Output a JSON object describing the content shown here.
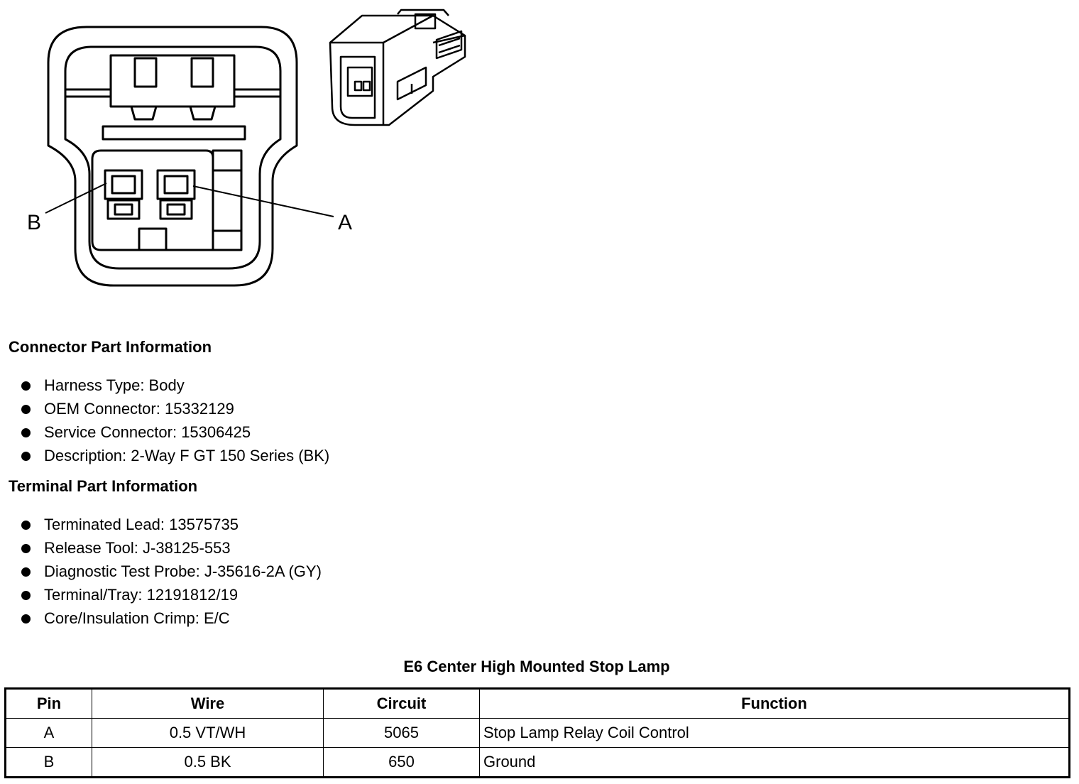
{
  "diagram": {
    "pin_labels": [
      "B",
      "A"
    ]
  },
  "connector_info": {
    "title": "Connector Part Information",
    "items": [
      "Harness Type: Body",
      "OEM Connector: 15332129",
      "Service Connector: 15306425",
      "Description: 2-Way F GT 150 Series (BK)"
    ]
  },
  "terminal_info": {
    "title": "Terminal Part Information",
    "items": [
      "Terminated Lead: 13575735",
      "Release Tool: J-38125-553",
      "Diagnostic Test Probe: J-35616-2A (GY)",
      "Terminal/Tray: 12191812/19",
      "Core/Insulation Crimp: E/C"
    ]
  },
  "table": {
    "title": "E6 Center High Mounted Stop Lamp",
    "headers": [
      "Pin",
      "Wire",
      "Circuit",
      "Function"
    ],
    "rows": [
      [
        "A",
        "0.5 VT/WH",
        "5065",
        "Stop Lamp Relay Coil Control"
      ],
      [
        "B",
        "0.5 BK",
        "650",
        "Ground"
      ]
    ]
  }
}
